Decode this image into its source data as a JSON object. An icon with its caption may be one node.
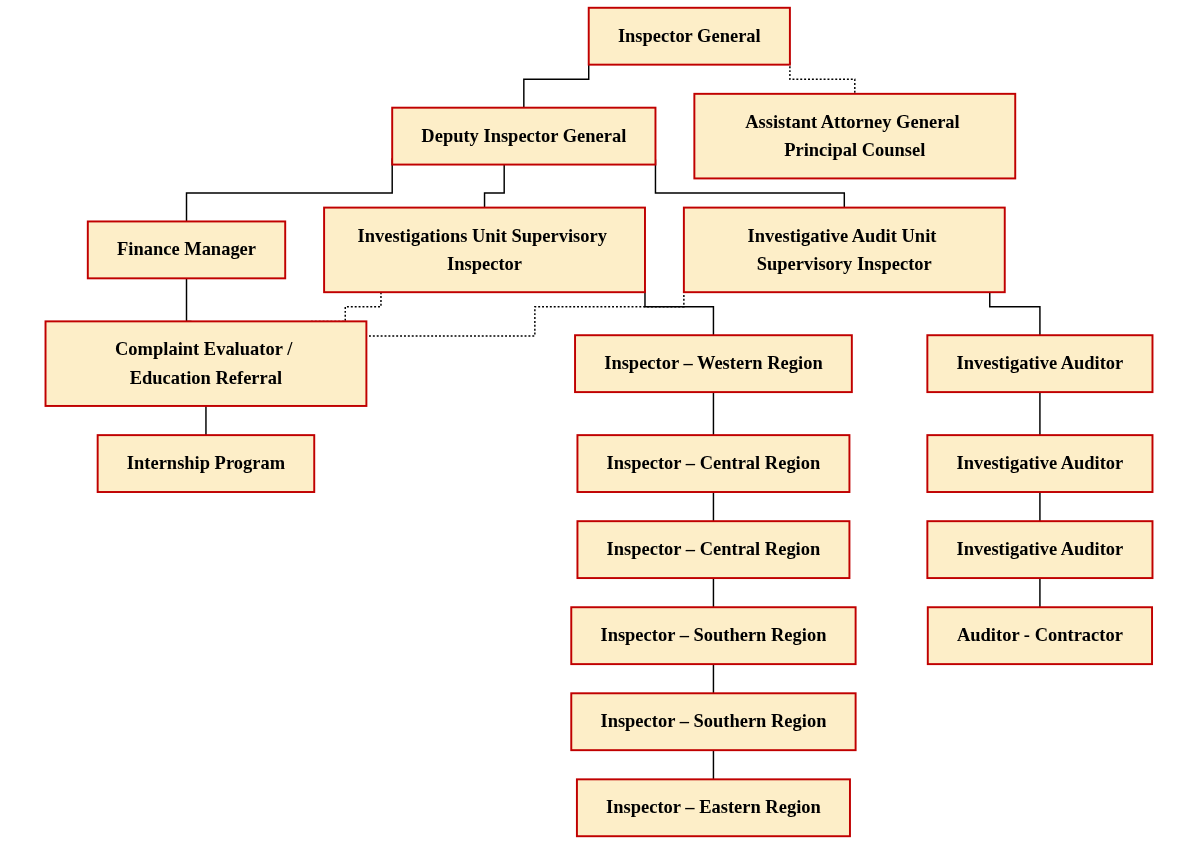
{
  "diagram": {
    "nodes": [
      {
        "text": [
          "Inspector General"
        ]
      },
      {
        "text": [
          "Assistant Attorney General Principal Counsel"
        ]
      },
      {
        "text": [
          "Deputy Inspector General"
        ]
      },
      {
        "text": [
          "Investigations Unit Supervisory Inspector"
        ]
      },
      {
        "text": [
          "Finance Manager"
        ]
      },
      {
        "text": [
          "Investigative Audit Unit Supervisory Inspector"
        ]
      },
      {
        "text": [
          "Complaint Evaluator / Education Referral"
        ]
      },
      {
        "text": [
          "Internship Program"
        ]
      },
      {
        "text": [
          "Inspector – Western Region"
        ]
      },
      {
        "text": [
          "Inspector – Central Region"
        ]
      },
      {
        "text": [
          "Inspector – Central Region"
        ]
      },
      {
        "text": [
          "Inspector – Southern Region"
        ]
      },
      {
        "text": [
          "Inspector – Southern Region"
        ]
      },
      {
        "text": [
          "Inspector – Eastern Region"
        ]
      },
      {
        "text": [
          "Investigative Auditor"
        ]
      },
      {
        "text": [
          "Investigative Auditor"
        ]
      },
      {
        "text": [
          "Investigative Auditor"
        ]
      },
      {
        "text": [
          "Auditor - Contractor"
        ]
      }
    ],
    "edges": [
      {
        "from": 0,
        "to": 2,
        "arrow": "none"
      },
      {
        "from": 2,
        "to": 3,
        "arrow": "none"
      },
      {
        "from": 2,
        "to": 4,
        "arrow": "none"
      },
      {
        "from": 2,
        "to": 5,
        "arrow": "none"
      },
      {
        "from": 4,
        "to": 6,
        "arrow": "none"
      },
      {
        "from": 3,
        "to": 6,
        "arrow": "none",
        "style": "dashed"
      },
      {
        "from": 5,
        "to": 6,
        "arrow": "none",
        "style": "dashed"
      },
      {
        "from": 6,
        "to": 7,
        "arrow": "none"
      },
      {
        "from": 3,
        "to": 8,
        "arrow": "none"
      },
      {
        "from": 8,
        "to": 9,
        "arrow": "none"
      },
      {
        "from": 9,
        "to": 10,
        "arrow": "none"
      },
      {
        "from": 10,
        "to": 11,
        "arrow": "none"
      },
      {
        "from": 11,
        "to": 12,
        "arrow": "none"
      },
      {
        "from": 12,
        "to": 13,
        "arrow": "none"
      },
      {
        "from": 5,
        "to": 14,
        "arrow": "none"
      },
      {
        "from": 14,
        "to": 15,
        "arrow": "none"
      },
      {
        "from": 15,
        "to": 16,
        "arrow": "none"
      },
      {
        "from": 16,
        "to": 17,
        "arrow": "none"
      },
      {
        "from": 0,
        "to": 1,
        "arrow": "none",
        "style": "dashed"
      }
    ]
  }
}
